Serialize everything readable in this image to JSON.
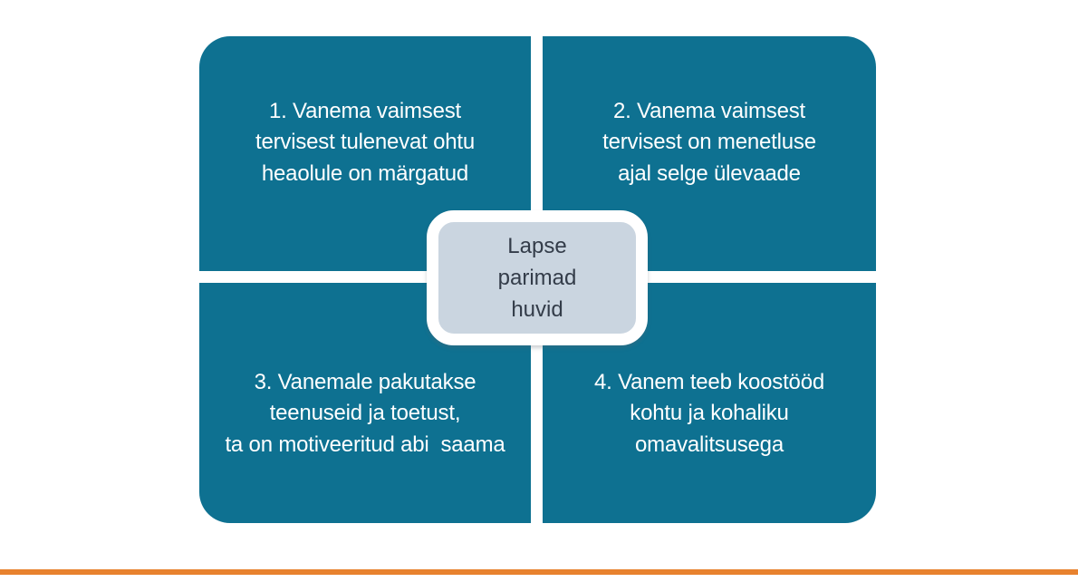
{
  "diagram": {
    "center_label": "Lapse\nparimad\nhuvid",
    "quadrants": [
      {
        "label": "1. Vanema vaimsest\ntervisest tulenevat ohtu\nheaolule on märgatud"
      },
      {
        "label": "2. Vanema vaimsest\ntervisest on menetluse\najal selge ülevaade"
      },
      {
        "label": "3. Vanemale pakutakse\nteenuseid ja toetust,\nta on motiveeritud abi  saama"
      },
      {
        "label": "4. Vanem teeb koostööd\nkohtu ja kohaliku\nomavalitsusega"
      }
    ],
    "colors": {
      "quadrant_fill": "#0e7191",
      "quadrant_text": "#ffffff",
      "center_fill": "#cad5e0",
      "center_border": "#ffffff",
      "center_text": "#333c49",
      "accent_line": "#e8822e",
      "background": "#ffffff"
    }
  }
}
